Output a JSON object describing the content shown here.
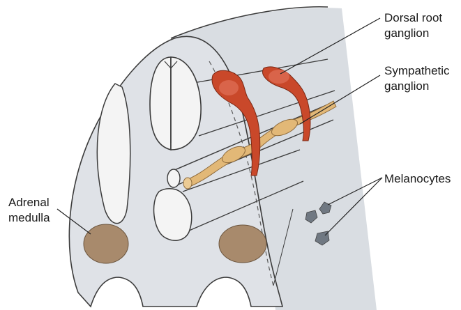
{
  "labels": {
    "dorsal_root_ganglion": [
      "Dorsal root",
      "ganglion"
    ],
    "sympathetic_ganglion": [
      "Sympathetic",
      "ganglion"
    ],
    "melanocytes": "Melanocytes",
    "adrenal_medulla": [
      "Adrenal",
      "medulla"
    ]
  },
  "colors": {
    "body_fill": "#dfe2e7",
    "side_fill": "#d5d9df",
    "outline": "#3b3b3b",
    "neural_tube": "#f4f4f4",
    "ganglion_red": "#c9482a",
    "sympathetic_tan": "#e2b877",
    "adrenal_brown": "#a88a6c",
    "melanocyte": "#707882"
  }
}
